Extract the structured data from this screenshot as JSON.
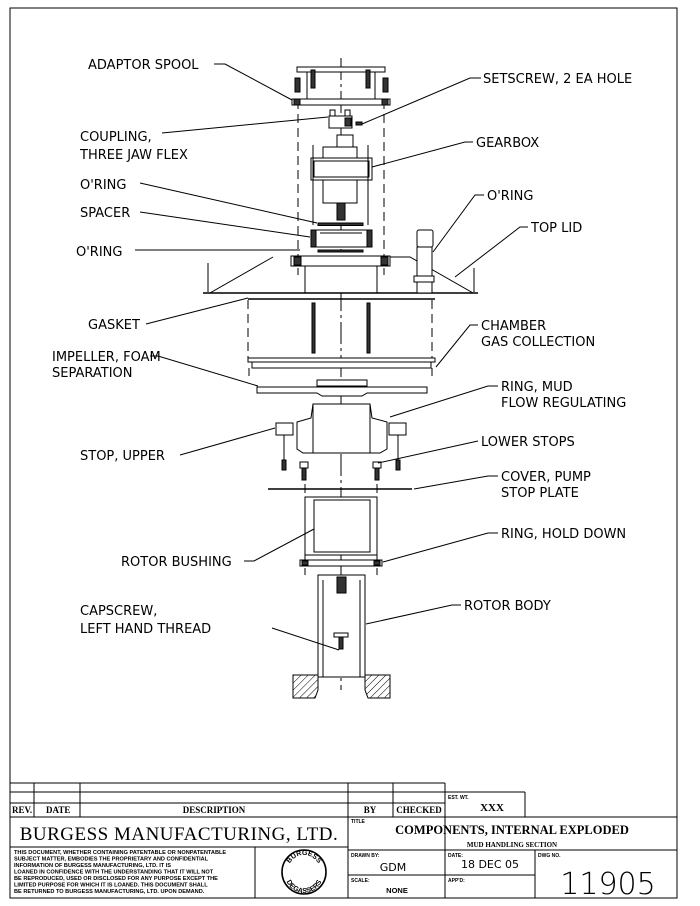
{
  "labels": {
    "adaptor_spool": "ADAPTOR SPOOL",
    "setscrew": "SETSCREW, 2 EA HOLE",
    "coupling_1": "COUPLING,",
    "coupling_2": "THREE JAW FLEX",
    "gearbox": "GEARBOX",
    "oring_upper_left": "O'RING",
    "spacer": "SPACER",
    "oring_right": "O'RING",
    "top_lid": "TOP LID",
    "oring_lower_left": "O'RING",
    "gasket": "GASKET",
    "chamber_1": "CHAMBER",
    "chamber_2": "GAS COLLECTION",
    "impeller_1": "IMPELLER, FOAM",
    "impeller_2": "SEPARATION",
    "ring_mud_1": "RING, MUD",
    "ring_mud_2": "FLOW REGULATING",
    "stop_upper": "STOP, UPPER",
    "lower_stops": "LOWER STOPS",
    "cover_1": "COVER, PUMP",
    "cover_2": "STOP PLATE",
    "ring_hold_down": "RING, HOLD DOWN",
    "rotor_bushing": "ROTOR BUSHING",
    "rotor_body": "ROTOR BODY",
    "capscrew_1": "CAPSCREW,",
    "capscrew_2": "LEFT HAND THREAD"
  },
  "title_block": {
    "rev_header": "REV.",
    "date_header": "DATE",
    "description_header": "DESCRIPTION",
    "by_header": "BY",
    "checked_header": "CHECKED",
    "est_wt_label": "EST. WT.",
    "est_wt_value": "XXX",
    "company": "BURGESS MANUFACTURING, LTD.",
    "title_label": "TITLE",
    "title": "COMPONENTS, INTERNAL EXPLODED",
    "subtitle": "MUD HANDLING SECTION",
    "drawn_by_label": "DRAWN BY:",
    "drawn_by": "GDM",
    "date_label": "DATE:",
    "date": "18 DEC 05",
    "dwg_no_label": "DWG NO.",
    "dwg_no": "11905",
    "scale_label": "SCALE:",
    "scale": "NONE",
    "appd_label": "APP'D:",
    "appd": "",
    "notice": [
      "THIS DOCUMENT, WHETHER CONTAINING PATENTABLE OR NONPATENTABLE",
      "SUBJECT MATTER, EMBODIES THE PROPRIETARY AND CONFIDENTIAL",
      "INFORMATION OF BURGESS MANUFACTURING, LTD. IT IS",
      "LOANED IN CONFIDENCE WITH THE UNDERSTANDING THAT IT WILL NOT",
      "BE REPRODUCED, USED OR DISCLOSED FOR ANY PURPOSE EXCEPT THE",
      "LIMITED PURPOSE FOR WHICH IT IS LOANED. THIS DOCUMENT SHALL",
      "BE RETURNED TO BURGESS MANUFACTURING, LTD. UPON DEMAND."
    ],
    "logo_top": "BURGESS",
    "logo_bottom": "DEGASSERS"
  }
}
